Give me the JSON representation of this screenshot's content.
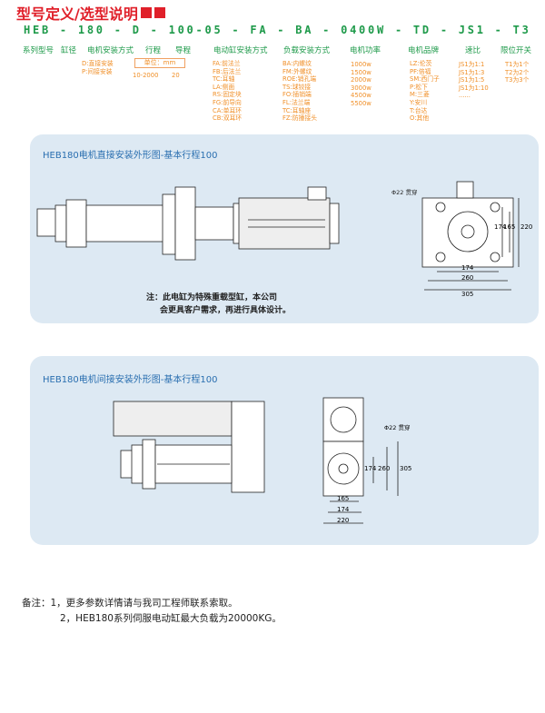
{
  "title": "型号定义/选型说明",
  "model_code": "HEB - 180 - D - 100-05 - FA - BA - 0400W - TD - JS1 - T3",
  "headers": [
    "系列型号",
    "缸径",
    "电机安装方式",
    "行程",
    "导程",
    "电动缸安装方式",
    "负载安装方式",
    "电机功率",
    "电机品牌",
    "速比",
    "限位开关"
  ],
  "motor_mount": [
    "D:直接安装",
    "P:间接安装"
  ],
  "unit": "单位：mm",
  "stroke": "10-2000",
  "lead": "20",
  "cyl_mount": [
    "FA:前法兰",
    "FB:后法兰",
    "TC:耳轴",
    "LA:侧面",
    "RS:固定块",
    "FG:前导向",
    "CA:单耳环",
    "CB:双耳环"
  ],
  "load_mount": [
    "BA:内螺纹",
    "FM:外螺纹",
    "ROE:销孔端",
    "TS:球铰接",
    "FO:插销端",
    "FL:法兰端",
    "TC:耳轴座",
    "FZ:防撞接头"
  ],
  "power": [
    "1000w",
    "1500w",
    "2000w",
    "3000w",
    "4500w",
    "5500w"
  ],
  "brand": [
    "LZ:伦茨",
    "PF:倍福",
    "SM:西门子",
    "P:松下",
    "M:三菱",
    "Y:安川",
    "T:台达",
    "O:其他"
  ],
  "ratio": [
    "JS1为1:1",
    "JS1为1:3",
    "JS1为1:5",
    "JS1为1:10",
    "......"
  ],
  "limit": [
    "T1为1个",
    "T2为2个",
    "T3为3个"
  ],
  "panel1": {
    "title": "HEB180电机直接安装外形图-基本行程100",
    "note1": "注：此电缸为特殊重载型缸，本公司",
    "note2": "会更具客户需求，再进行具体设计。",
    "hole": "Φ22 贯穿",
    "dims": [
      "174",
      "165",
      "220",
      "174",
      "260",
      "305"
    ]
  },
  "panel2": {
    "title": "HEB180电机间接安装外形图-基本行程100",
    "hole": "Φ22 贯穿",
    "dims": [
      "174",
      "260",
      "305",
      "165",
      "174",
      "220"
    ]
  },
  "remarks": {
    "line1": "备注：1，更多参数详情请与我司工程师联系索取。",
    "line2": "2，HEB180系列伺服电动缸最大负载为20000KG。"
  },
  "colors": {
    "red": "#e0202a",
    "green": "#1e9a4a",
    "orange": "#f0902a",
    "panel": "#dde9f3",
    "blue": "#2a6fb0"
  }
}
